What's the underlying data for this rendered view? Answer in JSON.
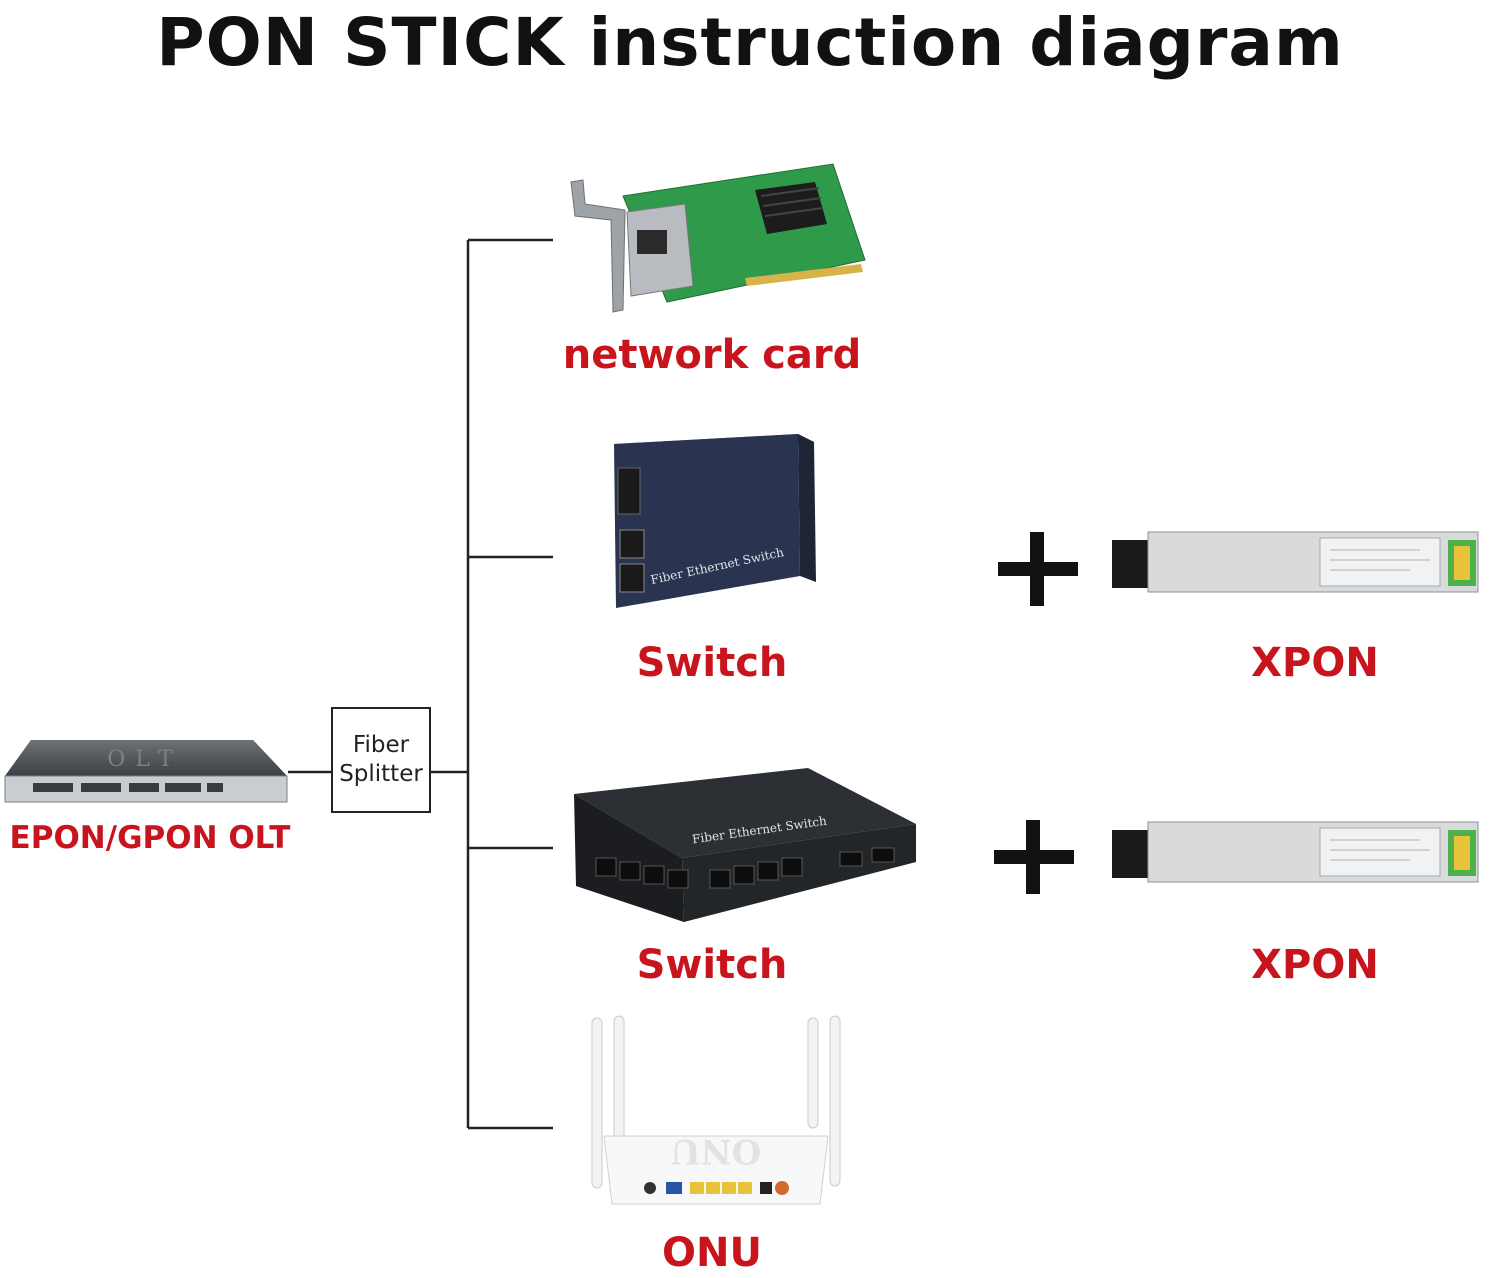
{
  "title": "PON STICK instruction diagram",
  "source": {
    "label": "EPON/GPON OLT",
    "device_text": "OLT"
  },
  "splitter": {
    "line1": "Fiber",
    "line2": "Splitter"
  },
  "endpoints": [
    {
      "label": "network card"
    },
    {
      "label": "Switch",
      "device_text": "Fiber Ethernet Switch",
      "plus": "+",
      "module_label": "XPON"
    },
    {
      "label": "Switch",
      "device_text": "Fiber Ethernet Switch",
      "plus": "+",
      "module_label": "XPON"
    },
    {
      "label": "ONU",
      "device_text": "ONU"
    }
  ],
  "colors": {
    "label_red": "#c8141c",
    "title": "#111111",
    "line": "#222222"
  }
}
